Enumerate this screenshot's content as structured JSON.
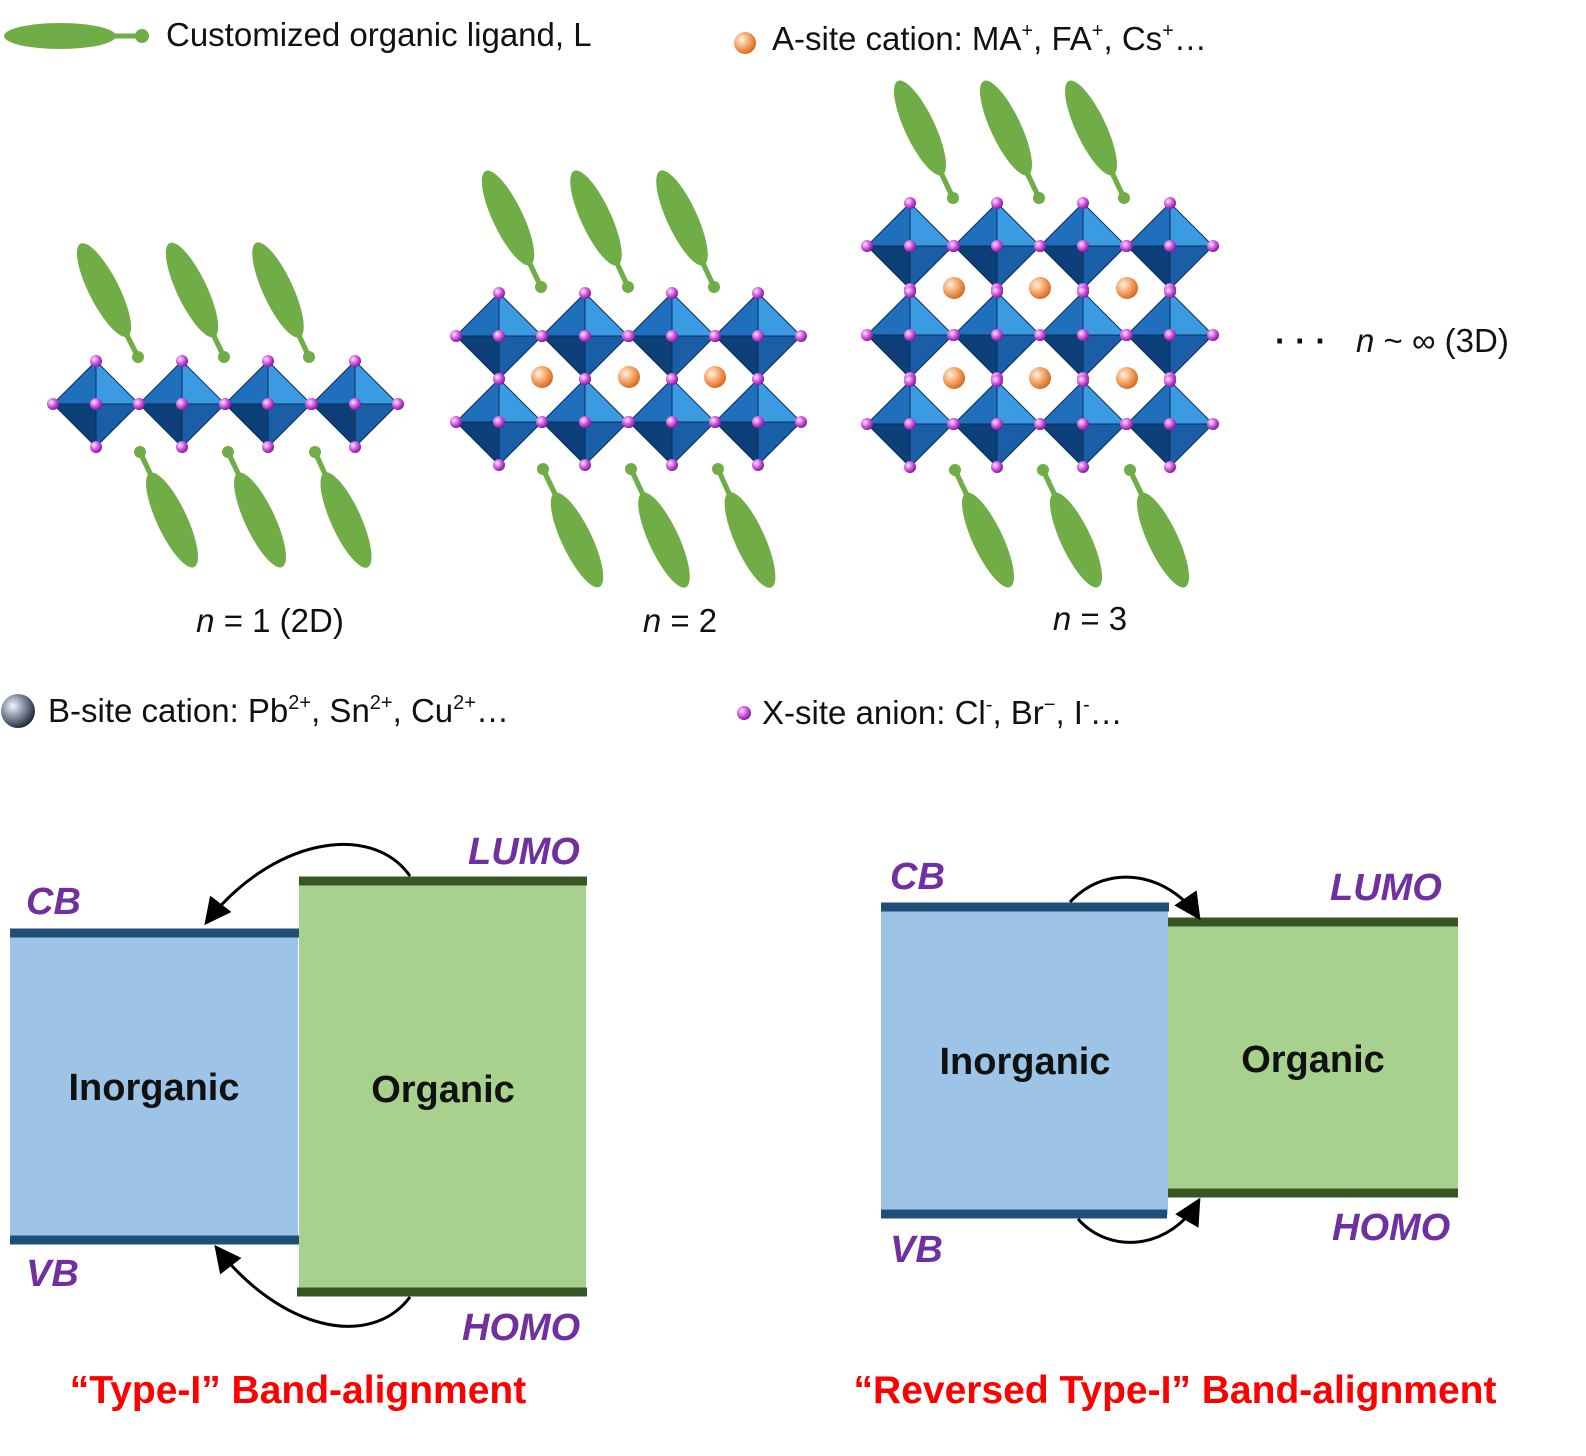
{
  "legend": {
    "ligand": "Customized organic ligand, L",
    "a_site_prefix": "A-site cation: MA",
    "a_site_sep1": ", FA",
    "a_site_sep2": ", Cs",
    "a_site_end": "…",
    "b_site_prefix": "B-site cation: Pb",
    "b_site_sep1": ", Sn",
    "b_site_sep2": ", Cu",
    "b_site_end": "…",
    "x_site_prefix": "X-site anion: Cl",
    "x_site_sep1": ", Br",
    "x_site_sep2": ", I",
    "x_site_end": "…",
    "sup_plus": "+",
    "sup_2plus": "2+",
    "sup_minus": "-",
    "sup_minus_b": "−"
  },
  "structures": [
    {
      "n_sym": "n",
      "rest": " = 1 (2D)"
    },
    {
      "n_sym": "n",
      "rest": " = 2"
    },
    {
      "n_sym": "n",
      "rest": " = 3"
    }
  ],
  "infinite": {
    "dots": "· · ·",
    "n_sym": "n",
    "rest": " ~ ∞ (3D)"
  },
  "band_left": {
    "cb": "CB",
    "vb": "VB",
    "lumo": "LUMO",
    "homo": "HOMO",
    "inorganic": "Inorganic",
    "organic": "Organic",
    "title": "“Type-I” Band-alignment"
  },
  "band_right": {
    "cb": "CB",
    "vb": "VB",
    "lumo": "LUMO",
    "homo": "HOMO",
    "inorganic": "Inorganic",
    "organic": "Organic",
    "title": "“Reversed Type-I” Band-alignment"
  },
  "colors": {
    "ligand": "#70ad47",
    "octahedron_light": "#2e8fd8",
    "octahedron_dark": "#0d3f78",
    "x_anion": "#c040d0",
    "a_cation": "#f08c3c",
    "inorganic_fill": "#9dc3e6",
    "organic_fill": "#a9d18e",
    "cb_line": "#1f4e79",
    "lumo_line": "#375623",
    "level_text": "#7030a0",
    "title_text": "#ff0000"
  },
  "icons": [
    "ligand-icon",
    "a-site-cation-icon",
    "b-site-cation-icon",
    "x-site-anion-icon",
    "octahedron-icon",
    "arrow-icon"
  ]
}
